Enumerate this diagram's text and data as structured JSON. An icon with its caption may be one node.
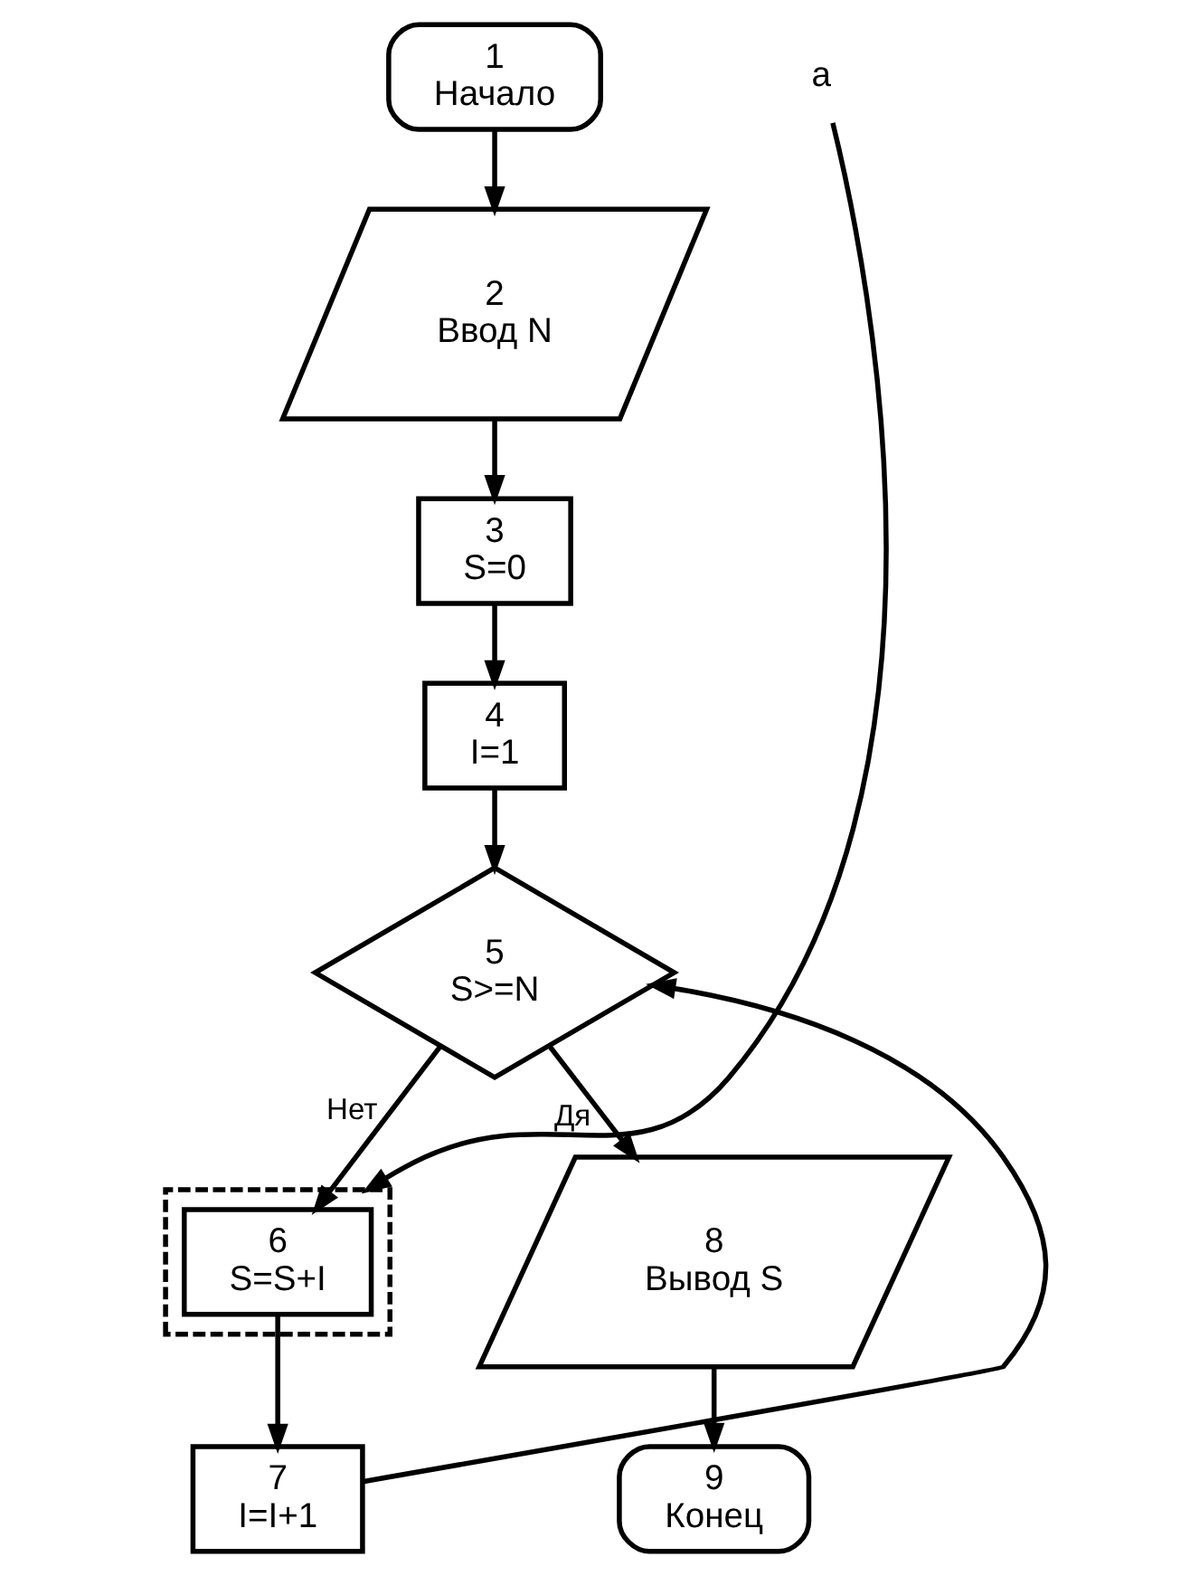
{
  "diagram": {
    "nodes": [
      {
        "text": [
          "1",
          "Начало"
        ]
      },
      {
        "text": [
          "2",
          "Ввод N"
        ]
      },
      {
        "text": [
          "3",
          "S=0"
        ]
      },
      {
        "text": [
          "4",
          "I=1"
        ]
      },
      {
        "text": [
          "5",
          "S>=N"
        ]
      },
      {
        "text": [],
        "shape": "box"
      },
      {
        "text": [
          "6",
          "S=S+I"
        ],
        "in": 5
      },
      {
        "text": [
          "8",
          "Вывод S"
        ]
      },
      {
        "text": [
          "а"
        ]
      },
      {
        "text": [
          "7",
          "I=I+1"
        ]
      },
      {
        "text": [
          "9",
          "Конец"
        ]
      }
    ],
    "edges": [
      {
        "from": 0,
        "to": 1,
        "arrow": "to"
      },
      {
        "from": 1,
        "to": 2,
        "arrow": "to"
      },
      {
        "from": 2,
        "to": 3,
        "arrow": "to"
      },
      {
        "from": 3,
        "to": 4,
        "arrow": "to"
      },
      {
        "from": 4,
        "to": 6,
        "arrow": "to",
        "label": "Нет"
      },
      {
        "from": 4,
        "to": 7,
        "arrow": "to",
        "label": "Дя"
      },
      {
        "from": 6,
        "to": 9,
        "arrow": "to"
      },
      {
        "from": 9,
        "to": 4,
        "arrow": "to"
      },
      {
        "from": 7,
        "to": 10,
        "arrow": "to"
      },
      {
        "from": 8,
        "to": 5,
        "arrow": "to"
      }
    ]
  }
}
